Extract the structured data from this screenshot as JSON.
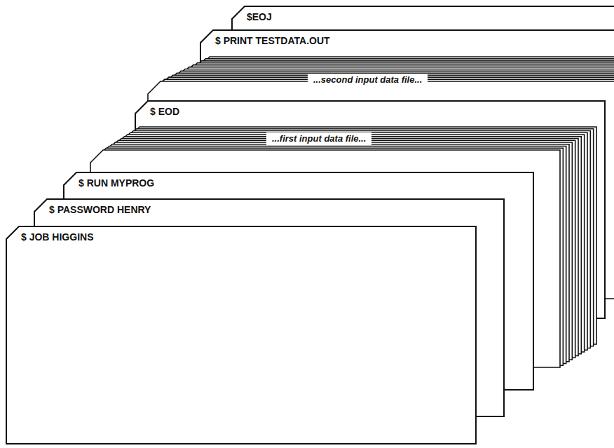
{
  "diagram": {
    "nodes": [
      {
        "text": [
          "$ JOB HIGGINS"
        ]
      },
      {
        "text": [
          "$ PASSWORD HENRY"
        ]
      },
      {
        "text": [
          "$ RUN MYPROG"
        ]
      },
      {
        "text": [
          "...first input data file..."
        ]
      },
      {
        "text": [
          "$ EOD"
        ]
      },
      {
        "text": [
          "...second input data file..."
        ]
      },
      {
        "text": [
          "$ PRINT TESTDATA.OUT"
        ]
      },
      {
        "text": [
          "$EOJ"
        ]
      }
    ]
  }
}
